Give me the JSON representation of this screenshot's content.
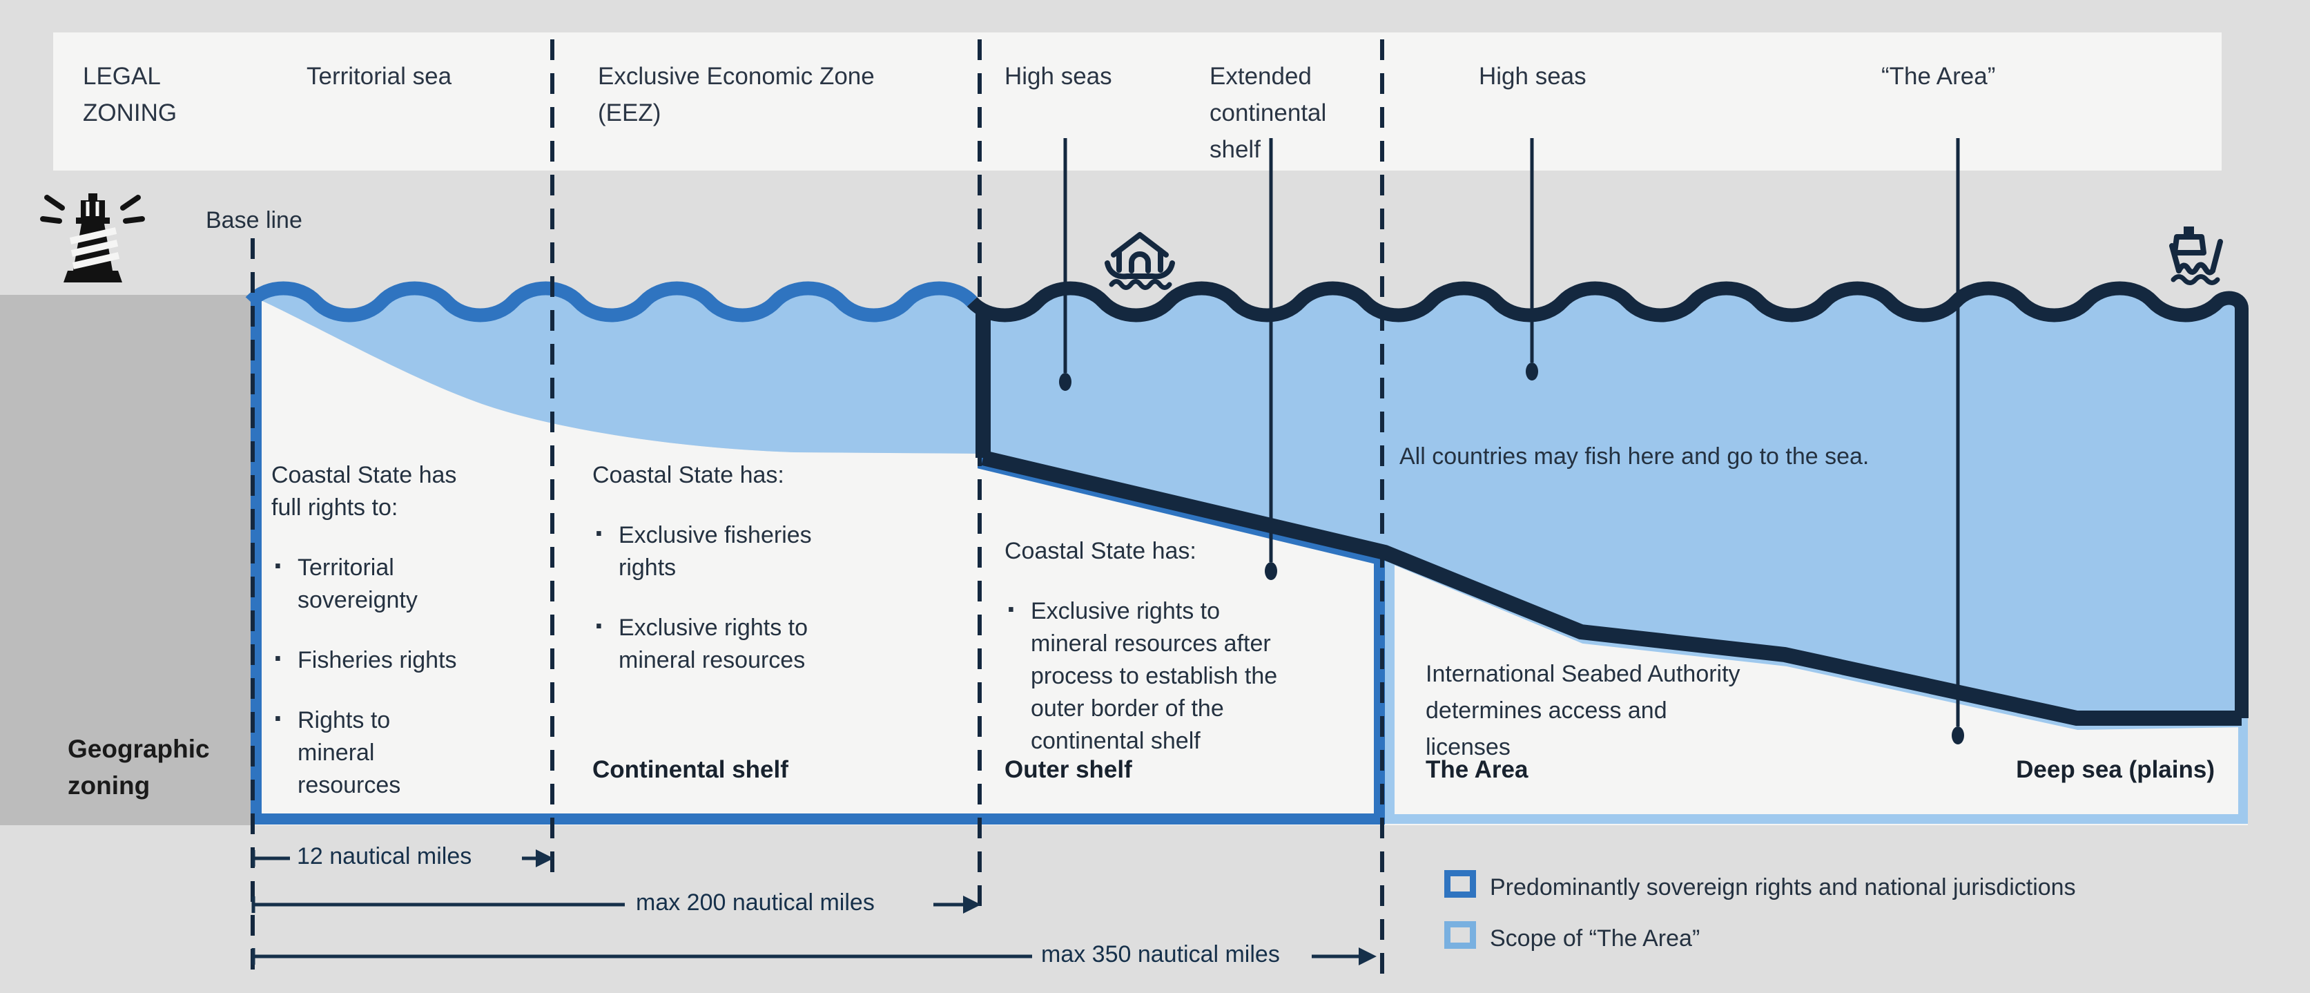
{
  "colors": {
    "background": "#dedede",
    "panel": "#f5f5f4",
    "land": "#bcbcbc",
    "water": "#9cc6ec",
    "navy": "#14283f",
    "sovereign_blue": "#2f74c0",
    "scope_light_blue": "#79b0e0",
    "text": "#243140"
  },
  "top_bar": {
    "title_line1": "LEGAL",
    "title_line2": "ZONING",
    "zones": {
      "territorial": "Territorial sea",
      "eez_line1": "Exclusive Economic Zone",
      "eez_line2": "(EEZ)",
      "high_seas_left": "High seas",
      "extended_line1": "Extended",
      "extended_line2": "continental",
      "extended_line3": "shelf",
      "high_seas_right": "High seas",
      "the_area": "“The Area”"
    }
  },
  "labels": {
    "base_line": "Base line",
    "geographic_zoning_line1": "Geographic",
    "geographic_zoning_line2": "zoning"
  },
  "zones": {
    "territorial": {
      "intro": "Coastal State has full rights to:",
      "bullets": [
        "Territorial sovereignty",
        "Fisheries rights",
        "Rights to mineral resources"
      ]
    },
    "eez": {
      "intro": "Coastal State has:",
      "bullets": [
        "Exclusive fisheries rights",
        "Exclusive rights to mineral resources"
      ],
      "floor_label": "Continental shelf"
    },
    "outer_shelf": {
      "intro": "Coastal State has:",
      "bullets": [
        "Exclusive rights to mineral resources after process to establish the outer border of the continental shelf"
      ],
      "floor_label": "Outer shelf"
    },
    "high_seas": {
      "note": "All countries may fish here and go to the sea."
    },
    "the_area": {
      "note": "International Seabed Authority determines access and licenses",
      "floor_label": "The Area",
      "deep_sea_label": "Deep sea (plains)"
    }
  },
  "measurements": {
    "nm12": "12 nautical miles",
    "nm200": "max 200 nautical miles",
    "nm350": "max 350 nautical miles"
  },
  "legend": {
    "sovereign_label": "Predominantly sovereign rights and national jurisdictions",
    "scope_label": "Scope of “The Area”"
  }
}
